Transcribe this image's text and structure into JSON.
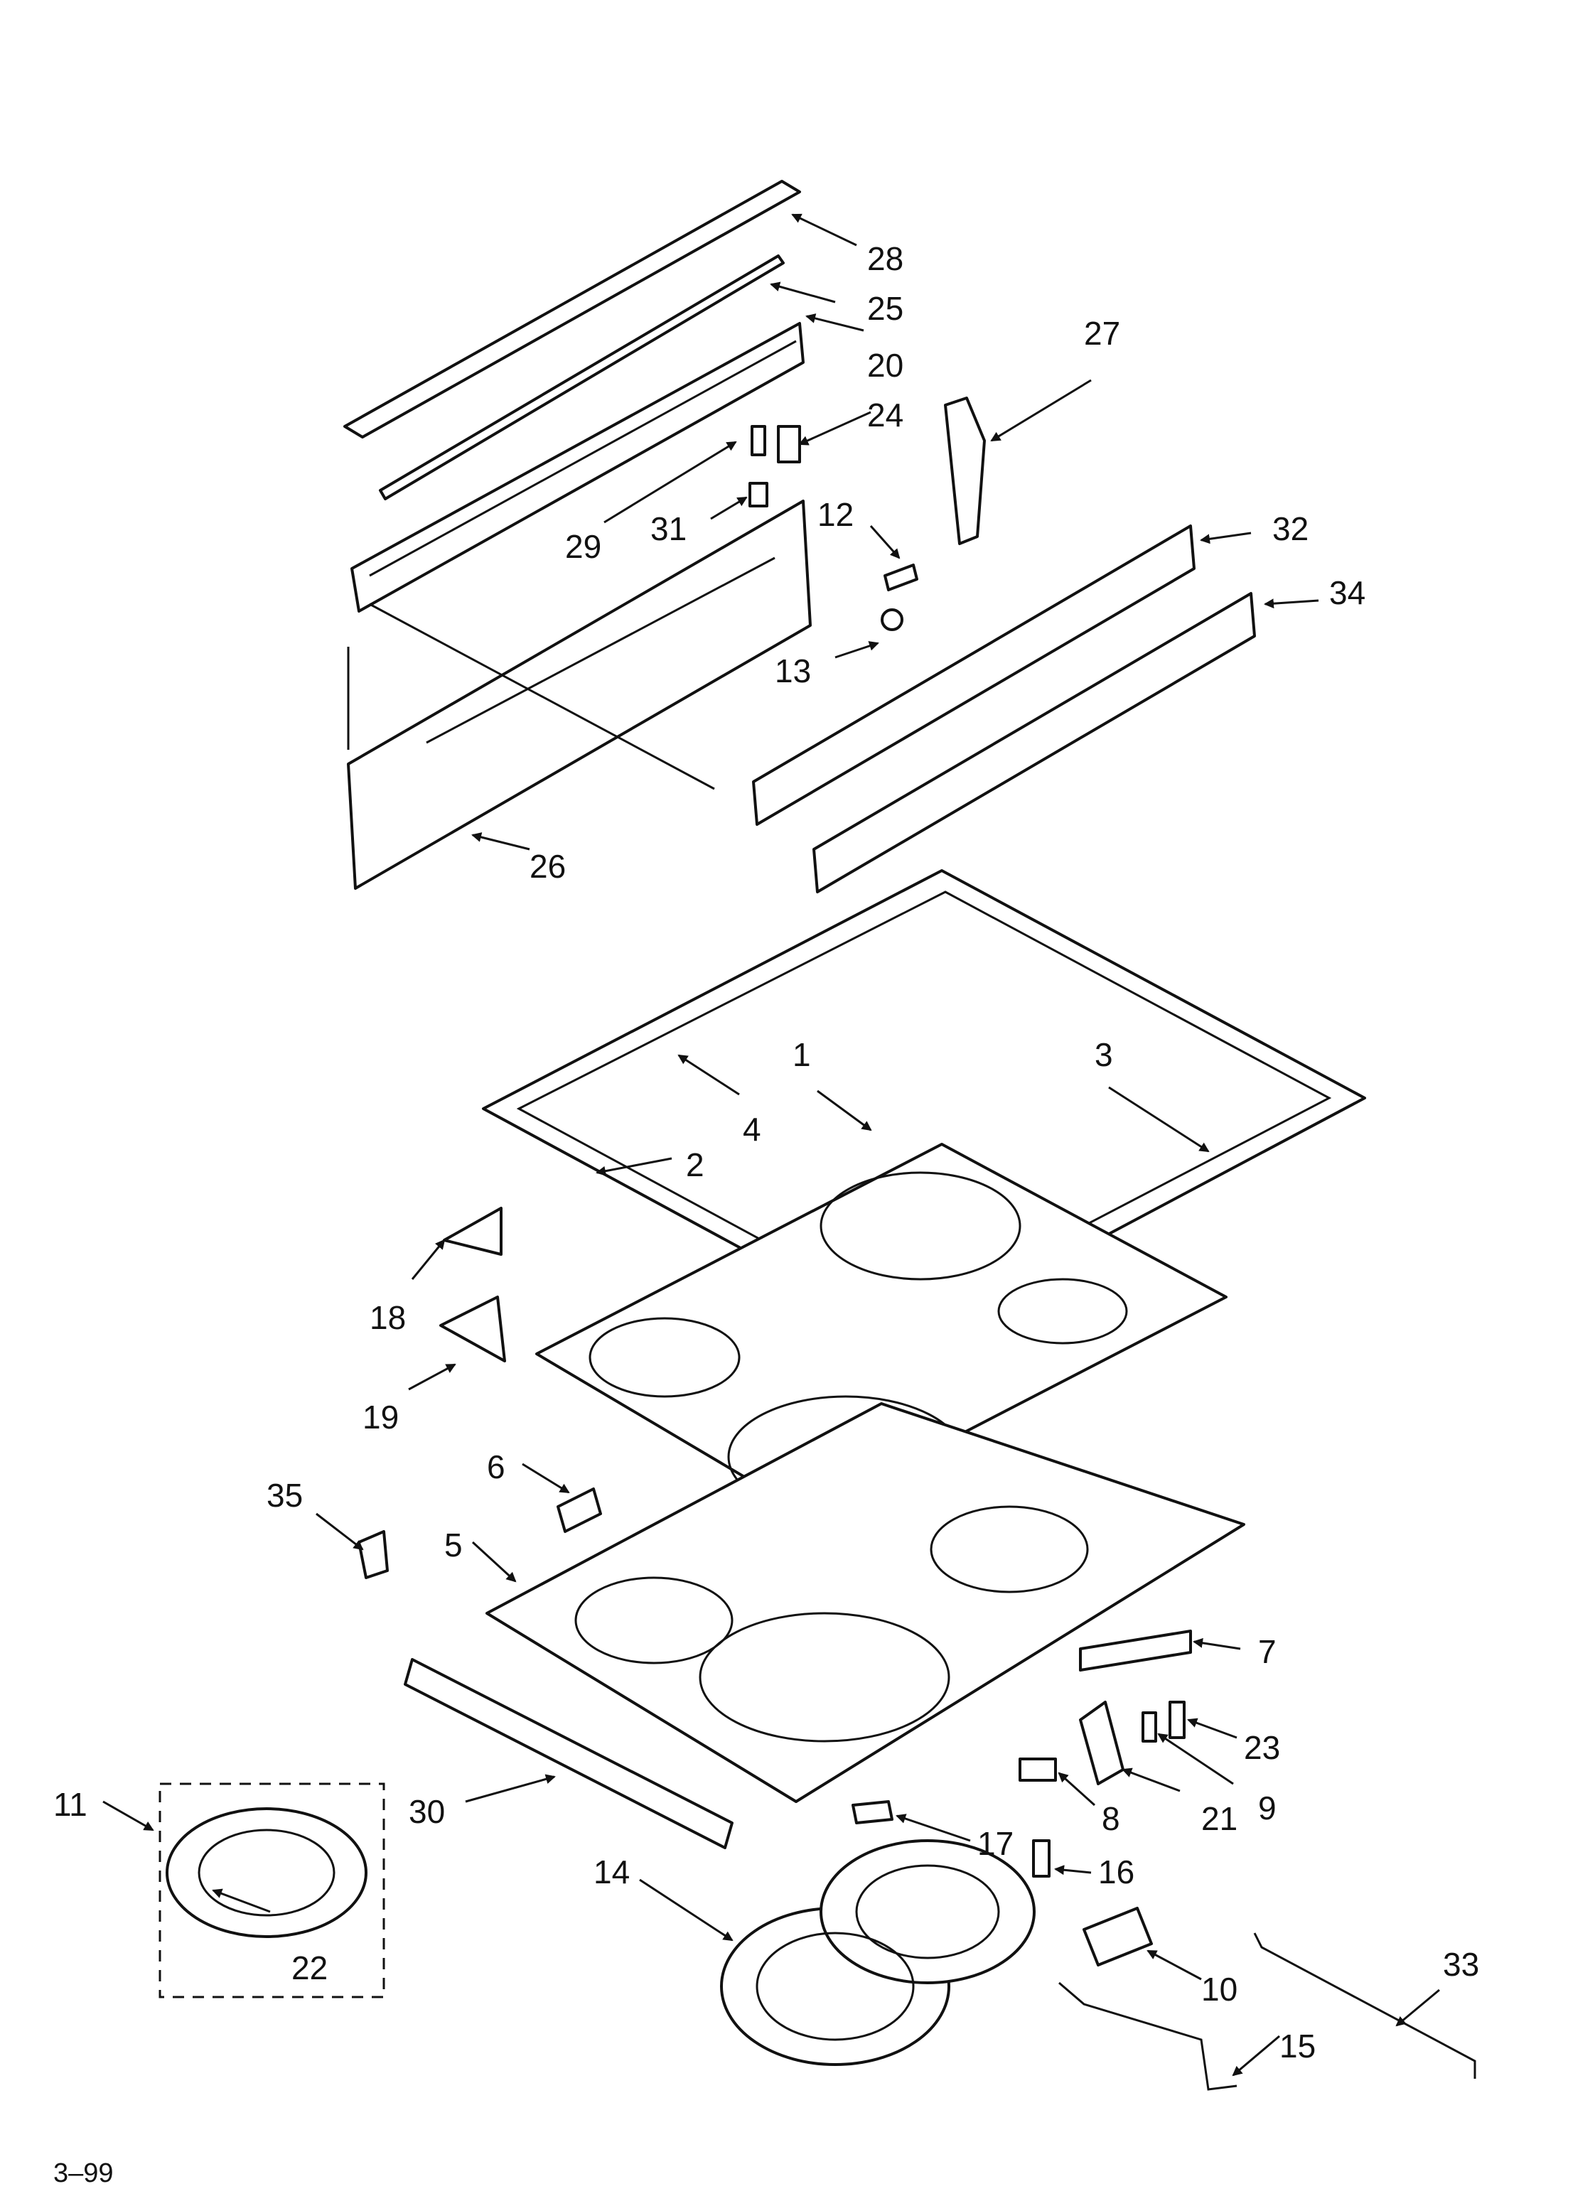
{
  "diagram": {
    "callouts": [
      "28",
      "25",
      "20",
      "27",
      "24",
      "12",
      "32",
      "29",
      "31",
      "34",
      "13",
      "26",
      "3",
      "1",
      "4",
      "2",
      "18",
      "19",
      "6",
      "35",
      "5",
      "7",
      "23",
      "9",
      "21",
      "8",
      "30",
      "11",
      "17",
      "16",
      "14",
      "10",
      "33",
      "15",
      "22"
    ],
    "footer_code": "3–99"
  }
}
